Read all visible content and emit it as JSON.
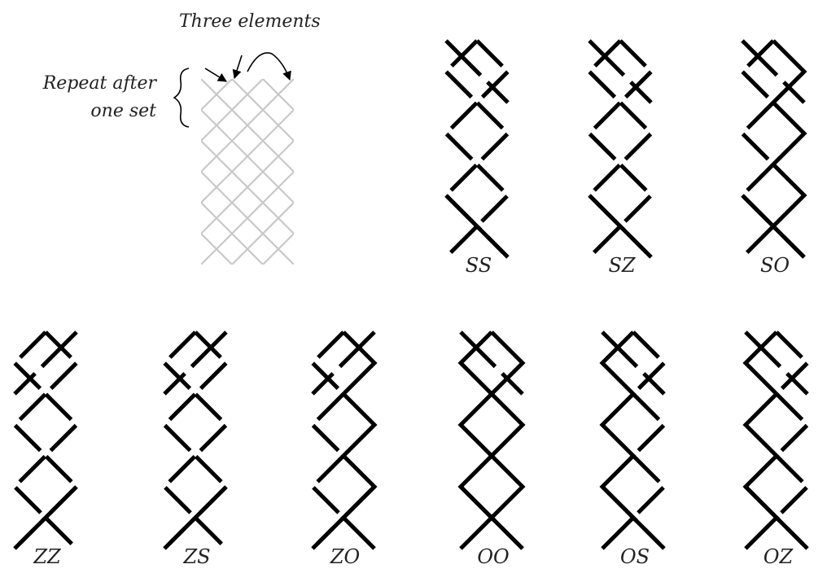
{
  "annotations": {
    "three_elements": "Three elements",
    "repeat_line1": "Repeat after",
    "repeat_line2": "one set"
  },
  "colors": {
    "strand": "#000000",
    "template": "#c8c8c8"
  },
  "template_pattern": {
    "name": ""
  },
  "patterns": [
    {
      "label": "SS",
      "code": [
        "S",
        "S"
      ]
    },
    {
      "label": "SZ",
      "code": [
        "S",
        "Z"
      ]
    },
    {
      "label": "SO",
      "code": [
        "S",
        "O"
      ]
    },
    {
      "label": "ZZ",
      "code": [
        "Z",
        "Z"
      ]
    },
    {
      "label": "ZS",
      "code": [
        "Z",
        "S"
      ]
    },
    {
      "label": "ZO",
      "code": [
        "Z",
        "O"
      ]
    },
    {
      "label": "OO",
      "code": [
        "O",
        "O"
      ]
    },
    {
      "label": "OS",
      "code": [
        "O",
        "S"
      ]
    },
    {
      "label": "OZ",
      "code": [
        "O",
        "Z"
      ]
    }
  ]
}
